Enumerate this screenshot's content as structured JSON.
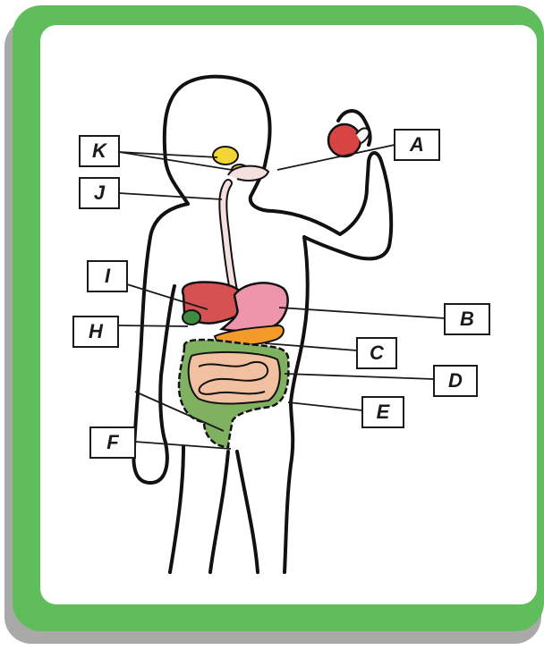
{
  "labels": [
    "K",
    "J",
    "I",
    "H",
    "F",
    "A",
    "B",
    "C",
    "D",
    "E"
  ],
  "colors": {
    "frame": "#60bd5b",
    "shadow": "#a9aaa8",
    "salivary": "#f3d535",
    "apple": "#d84343",
    "liver": "#d65252",
    "stomach": "#ee95ac",
    "pancreas": "#f29b2b",
    "gallbladder": "#3f8b3f",
    "small_intestine": "#f0c0a0",
    "large_intestine": "#7fb160",
    "esophagus": "#f5e0e0"
  }
}
